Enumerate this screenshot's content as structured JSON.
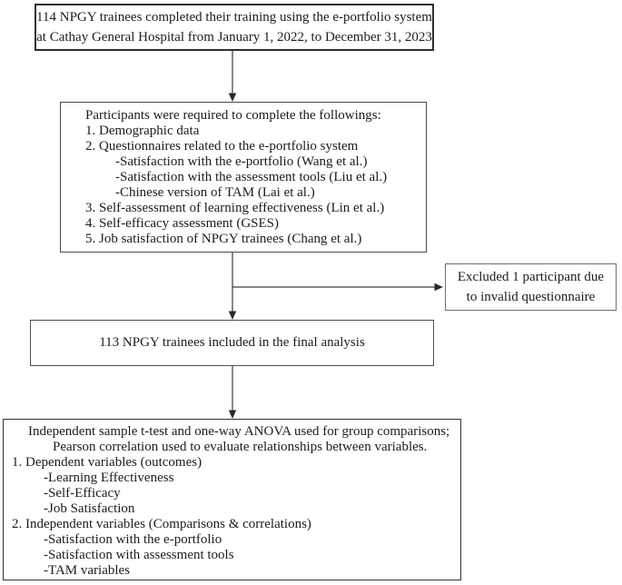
{
  "colors": {
    "ink": "#1c1c1c",
    "connector_line": "#3d3d3d",
    "box_border": "#3f3f3f",
    "background": "#ffffff"
  },
  "flowchart": {
    "top_box": {
      "lines": [
        "114 NPGY trainees completed their training using the e-portfolio system",
        "at Cathay General Hospital from January 1, 2022, to December 31, 2023"
      ]
    },
    "requirements_box": {
      "lines": [
        "Participants were required to complete the followings:",
        "1. Demographic data",
        "2. Questionnaires related to the e-portfolio system",
        "-Satisfaction with the e-portfolio (Wang et al.)",
        "-Satisfaction with the assessment tools (Liu et al.)",
        "-Chinese version of TAM (Lai et al.)",
        "3. Self-assessment of learning effectiveness (Lin et al.)",
        "4. Self-efficacy assessment (GSES)",
        "5. Job satisfaction of NPGY trainees (Chang et al.)"
      ]
    },
    "excluded_box": {
      "lines": [
        "Excluded 1 participant due",
        "to invalid questionnaire"
      ]
    },
    "final_box": {
      "text": "113 NPGY trainees included in the final analysis"
    },
    "analysis_box": {
      "lines": [
        "Independent sample t-test and one-way ANOVA used for group comparisons;",
        "Pearson correlation used to evaluate relationships between variables.",
        "1. Dependent variables (outcomes)",
        "-Learning Effectiveness",
        "-Self-Efficacy",
        "-Job Satisfaction",
        "2. Independent variables (Comparisons & correlations)",
        "-Satisfaction with the e-portfolio",
        "-Satisfaction with assessment tools",
        "-TAM variables"
      ]
    }
  }
}
